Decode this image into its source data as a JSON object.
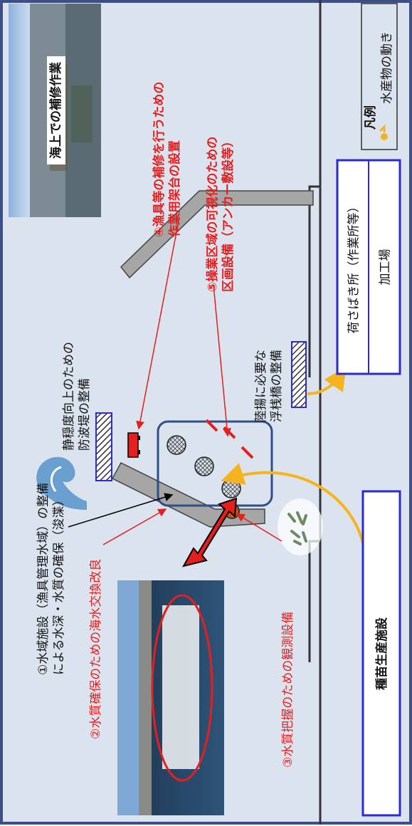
{
  "colors": {
    "panel_bg": "#dbe3ef",
    "panel_border": "#3b4f8a",
    "structure": "#a6a6a6",
    "red": "#e61e1e",
    "box_blue": "#2b2bd6",
    "arrow_yellow": "#f5b41e"
  },
  "labels": {
    "repair_photo_caption": "海上での補修作業",
    "item1": [
      "①水域施設（漁具管理水域）の整備",
      "による水深・水質の確保（浚渫）"
    ],
    "item2": "②水質確保のための海水交換改良",
    "item3": "③水質把握のための観測設備",
    "item4": [
      "④漁具等の補修を行うための",
      "作業用架台の設置"
    ],
    "item5": [
      "⑤操業区域の可視化のための",
      "区画設備（アンカー敷設等）"
    ],
    "breakwater": [
      "静穏度向上のための",
      "防波堤の整備"
    ],
    "pier": [
      "陸揚に必要な",
      "浮桟橋の整備"
    ],
    "nursery": "種苗生産施設",
    "unloading": "荷さばき所（作業所等）",
    "processing": "加工場",
    "legend_title": "凡例",
    "legend_item": "水産物の動き"
  },
  "icons": {
    "wave": "wave-icon",
    "fish": "fish-school-icon",
    "buoy": "buoy-icon",
    "sensor": "sensor-icon",
    "net": "net-pen-icon",
    "legend_arrow": "legend-arrow-icon"
  }
}
